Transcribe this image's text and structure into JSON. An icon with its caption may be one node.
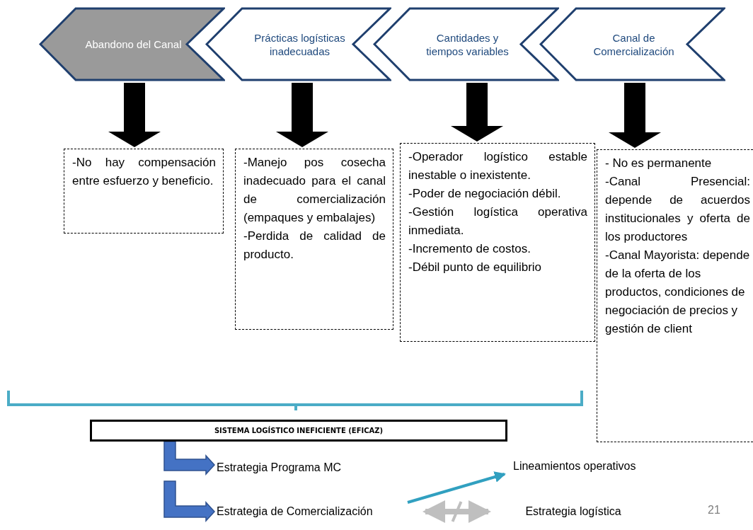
{
  "diagram": {
    "nodes": [
      {
        "text": [
          "Abandono del Canal"
        ]
      },
      {
        "text": [
          "Prácticas logísticas inadecuadas"
        ]
      },
      {
        "text": [
          "Cantidades y tiempos variables"
        ]
      },
      {
        "text": [
          "Canal de Comercialización"
        ]
      },
      {
        "text": [
          "-No hay compensación entre esfuerzo y beneficio."
        ]
      },
      {
        "text": [
          "-Manejo pos cosecha inadecuado para el canal de comercialización (empaques y embalajes)",
          "-Perdida de calidad de producto."
        ]
      },
      {
        "text": [
          "-Operador logístico estable inestable o inexistente.",
          "-Poder de negociación débil.",
          "-Gestión logística operativa inmediata.",
          "-Incremento de costos.",
          "-Débil punto de equilibrio"
        ]
      },
      {
        "text": [
          "- No es permanente",
          "-Canal Presencial: depende de acuerdos institucionales y oferta de los productores",
          "-Canal Mayorista: depende de la oferta de los productos, condiciones de negociación de precios y gestión de client"
        ]
      },
      {
        "text": [
          "SISTEMA LOGÍSTICO INEFICIENTE (EFICAZ)"
        ]
      },
      {
        "text": [
          "Estrategia Programa MC"
        ]
      },
      {
        "text": [
          "Estrategia de Comercialización"
        ]
      },
      {
        "text": [
          "Lineamientos operativos"
        ]
      },
      {
        "text": [
          "Estrategia logística"
        ]
      }
    ],
    "edges": [
      {
        "from": 0,
        "to": 4,
        "arrow": "to",
        "style": "thick"
      },
      {
        "from": 1,
        "to": 5,
        "arrow": "to",
        "style": "thick"
      },
      {
        "from": 2,
        "to": 6,
        "arrow": "to",
        "style": "thick"
      },
      {
        "from": 3,
        "to": 7,
        "arrow": "to",
        "style": "thick"
      },
      {
        "from": 8,
        "to": 9,
        "arrow": "to",
        "style": "thick",
        "color": "#4472c4"
      },
      {
        "from": null,
        "to": 10,
        "arrow": "to",
        "style": "thick",
        "color": "#4472c4"
      },
      {
        "from": 10,
        "to": 11,
        "arrow": "to",
        "color": "#31a0c0"
      },
      {
        "from": 10,
        "to": 12,
        "arrow": "both",
        "style": "thick",
        "color": "#bfbfbf"
      }
    ],
    "labels": [
      "21"
    ]
  }
}
